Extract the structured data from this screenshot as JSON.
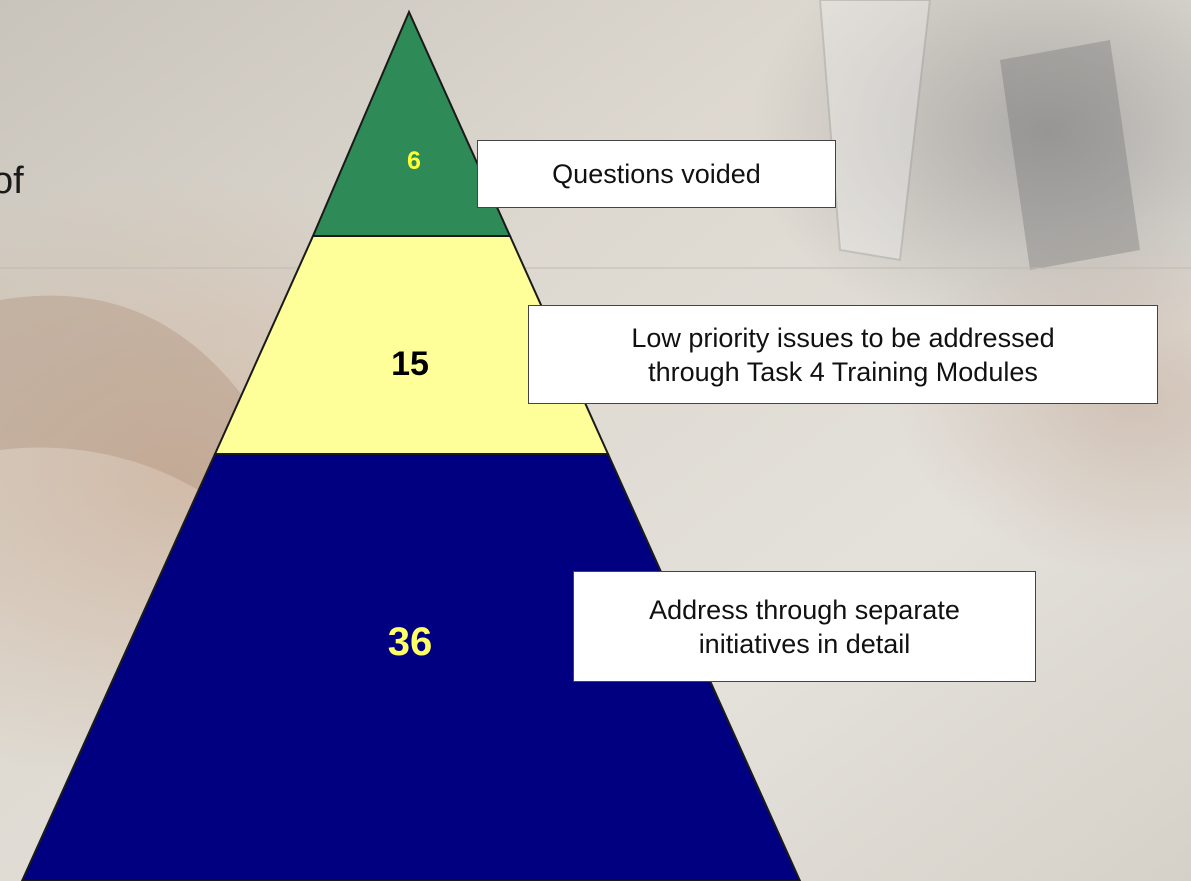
{
  "slide_fragment_text": "of",
  "tiers": [
    {
      "value": "6",
      "fill": "#2e8b57",
      "label_color": "#ffff33"
    },
    {
      "value": "15",
      "fill": "#ffff99",
      "label_color": "#000000"
    },
    {
      "value": "36",
      "fill": "#000080",
      "label_color": "#ffff66"
    }
  ],
  "callouts": [
    {
      "lines": [
        "Questions voided"
      ]
    },
    {
      "lines": [
        "Low priority issues to be addressed",
        "through Task 4 Training Modules"
      ]
    },
    {
      "lines": [
        "Address through separate",
        "initiatives in detail"
      ]
    }
  ],
  "colors": {
    "outline": "#1a1a1a",
    "callout_background": "#ffffff",
    "callout_border": "#444444"
  }
}
